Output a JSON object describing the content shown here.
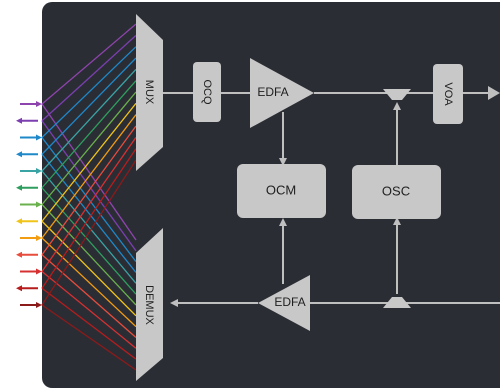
{
  "colors": {
    "panel": "#2b2d35",
    "block": "#c8c8c8",
    "line": "#bfbfbf",
    "channels": [
      "#8e44ad",
      "#7b3fb0",
      "#1e88c8",
      "#1e88c8",
      "#3aa3a3",
      "#2e9e5e",
      "#6ab04c",
      "#f0c419",
      "#f29c11",
      "#e74c3c",
      "#d63031",
      "#b71c1c",
      "#8b1a1a"
    ]
  },
  "blocks": {
    "mux": "MUX",
    "demux": "DEMUX",
    "ocq": "OCQ",
    "edfa_top": "EDFA",
    "edfa_bottom": "EDFA",
    "ocm": "OCM",
    "osc": "OSC",
    "voa": "VOA"
  }
}
